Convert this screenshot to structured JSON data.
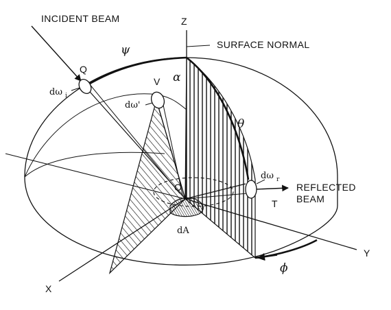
{
  "labels": {
    "incident_beam": "INCIDENT BEAM",
    "z_axis": "Z",
    "surface_normal": "SURFACE NORMAL",
    "psi": "ψ",
    "q_point": "Q",
    "v_point": "V",
    "alpha": "α",
    "theta": "θ",
    "d_omega_i": "dω",
    "d_omega_i_sub": "i",
    "d_omega_prime": "dω'",
    "d_omega_r": "dω",
    "d_omega_r_sub": "r",
    "origin": "O",
    "reflected_beam_line1": "REFLECTED",
    "reflected_beam_line2": "BEAM",
    "t_point": "T",
    "d_area": "dA",
    "y_axis": "Y",
    "x_axis": "X",
    "phi": "ϕ"
  }
}
